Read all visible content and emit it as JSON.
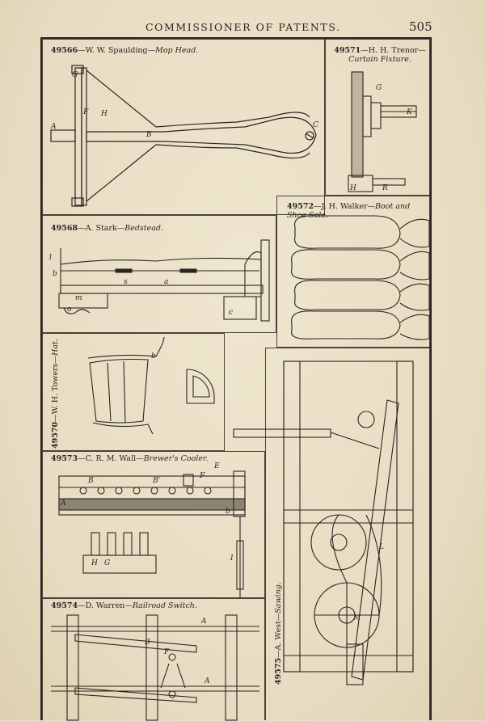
{
  "header": {
    "running_head": "COMMISSIONER OF PATENTS.",
    "page_number": "505"
  },
  "figures": [
    {
      "number": "49566",
      "inventor": "W. W. Spaulding",
      "title": "Mop Head.",
      "labels": {
        "A": "A",
        "B": "B",
        "C": "C",
        "F": "F",
        "H": "H",
        "G": "G"
      }
    },
    {
      "number": "49571",
      "inventor": "H. H. Trenor",
      "title": "Curtain Fixture.",
      "labels": {
        "G": "G",
        "K": "K",
        "H": "H",
        "R": "R"
      }
    },
    {
      "number": "49572",
      "inventor": "J. H. Walker",
      "title": "Boot and Shoe Sole."
    },
    {
      "number": "49568",
      "inventor": "A. Stark",
      "title": "Bedstead.",
      "labels": {
        "l": "l",
        "b": "b",
        "s": "s",
        "a": "a",
        "m": "m",
        "c": "c",
        "o": "o"
      }
    },
    {
      "number": "49570",
      "inventor": "W. H. Towers",
      "title": "Hat.",
      "labels": {
        "b": "b"
      }
    },
    {
      "number": "49573",
      "inventor": "C. R. M. Wall",
      "title": "Brewer's Cooler.",
      "labels": {
        "B": "B",
        "B1": "B'",
        "F": "F",
        "E": "E",
        "A": "A",
        "H": "H",
        "G": "G",
        "I": "I",
        "b": "b"
      }
    },
    {
      "number": "49574",
      "inventor": "D. Warren",
      "title": "Railroad Switch.",
      "labels": {
        "A": "A",
        "B": "B",
        "F": "F",
        "A2": "A"
      }
    },
    {
      "number": "49575",
      "inventor": "A. West",
      "title": "Sawing.",
      "labels": {
        "L": "L",
        "M": "M"
      }
    }
  ]
}
